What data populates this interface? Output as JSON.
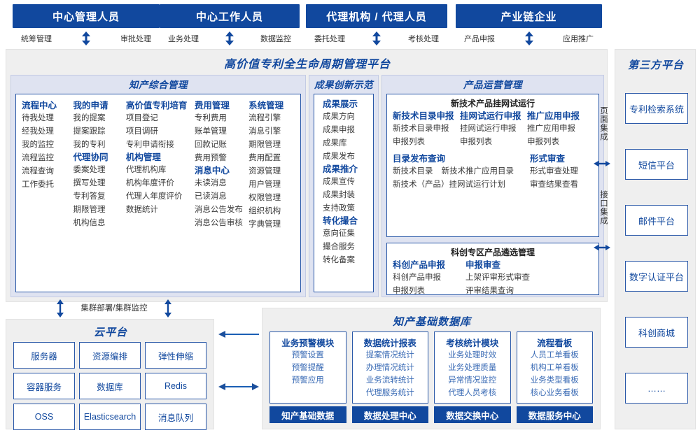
{
  "roles": [
    {
      "title": "中心管理人员",
      "left_label": "统筹管理",
      "right_label": "审批处理"
    },
    {
      "title": "中心工作人员",
      "left_label": "业务处理",
      "right_label": "数据监控"
    },
    {
      "title": "代理机构 / 代理人员",
      "left_label": "委托处理",
      "right_label": "考核处理"
    },
    {
      "title": "产业链企业",
      "left_label": "产品申报",
      "right_label": "应用推广"
    }
  ],
  "platform": {
    "title": "高价值专利全生命周期管理平台",
    "panels": {
      "ip_management": {
        "title": "知产综合管理",
        "columns": [
          {
            "groups": [
              {
                "header": "流程中心",
                "items": [
                  "待我处理",
                  "经我处理",
                  "我的监控",
                  "流程监控",
                  "流程查询",
                  "工作委托"
                ]
              }
            ]
          },
          {
            "groups": [
              {
                "header": "我的申请",
                "items": [
                  "我的提案",
                  "提案跟踪",
                  "我的专利"
                ]
              },
              {
                "header": "代理协同",
                "items": [
                  "委案处理",
                  "撰写处理",
                  "专利答复",
                  "期限管理",
                  "机构信息"
                ]
              }
            ]
          },
          {
            "groups": [
              {
                "header": "高价值专利培育",
                "items": [
                  "项目登记",
                  "项目调研",
                  "专利申请衔接"
                ]
              },
              {
                "header": "机构管理",
                "items": [
                  "代理机构库",
                  "机构年度评价",
                  "代理人年度评价",
                  "数据统计"
                ]
              }
            ]
          },
          {
            "groups": [
              {
                "header": "费用管理",
                "items": [
                  "专利费用",
                  "账单管理",
                  "回款记账",
                  "费用预警"
                ]
              },
              {
                "header": "消息中心",
                "items": [
                  "未读消息",
                  "已读消息",
                  "消息公告发布",
                  "消息公告审核"
                ]
              }
            ]
          },
          {
            "groups": [
              {
                "header": "系统管理",
                "items": [
                  "流程引擎",
                  "消息引擎",
                  "期限管理",
                  "费用配置",
                  "资源管理",
                  "用户管理",
                  "权限管理",
                  "组织机构",
                  "字典管理"
                ]
              }
            ]
          }
        ]
      },
      "achievement": {
        "title": "成果创新示范",
        "columns": [
          {
            "groups": [
              {
                "header": "成果展示",
                "items": [
                  "成果方向",
                  "成果申报",
                  "成果库",
                  "成果发布"
                ]
              },
              {
                "header": "成果推介",
                "items": [
                  "成果宣传",
                  "成果封装",
                  "支持政策"
                ]
              },
              {
                "header": "转化撮合",
                "items": [
                  "意向征集",
                  "撮合服务",
                  "转化备案"
                ]
              }
            ]
          }
        ]
      },
      "product_ops": {
        "title": "产品运营管理",
        "cards": [
          {
            "title": "新技术产品挂网试运行",
            "row1": [
              {
                "header": "新技术目录申报",
                "items": [
                  "新技术目录申报",
                  "申报列表"
                ]
              },
              {
                "header": "挂网试运行申报",
                "items": [
                  "挂网试运行申报",
                  "申报列表"
                ]
              },
              {
                "header": "推广应用申报",
                "items": [
                  "推广应用申报",
                  "申报列表"
                ]
              }
            ],
            "row2": [
              {
                "header": "目录发布查询",
                "items": [
                  "新技术目录",
                  "新技术推广应用目录",
                  "新技术（产品）挂网试运行计划"
                ]
              },
              {
                "header": "形式审查",
                "items": [
                  "形式审查处理",
                  "审查结果查看"
                ]
              }
            ]
          },
          {
            "title": "科创专区产品遴选管理",
            "row1": [
              {
                "header": "科创产品申报",
                "items": [
                  "科创产品申报",
                  "申报列表"
                ]
              },
              {
                "header": "申报审查",
                "items": [
                  "上架评审形式审查",
                  "评审结果查询"
                ]
              }
            ],
            "row2": []
          }
        ]
      }
    }
  },
  "third_party": {
    "title": "第三方平台",
    "connector_labels": [
      "页面集成",
      "接口集成"
    ],
    "items": [
      "专利检索系统",
      "短信平台",
      "邮件平台",
      "数字认证平台",
      "科创商城",
      "……"
    ]
  },
  "cloud": {
    "title": "云平台",
    "cluster_label": "集群部署/集群监控",
    "cells": [
      "服务器",
      "资源编排",
      "弹性伸缩",
      "容器服务",
      "数据库",
      "Redis",
      "OSS",
      "Elasticsearch",
      "消息队列"
    ]
  },
  "database": {
    "title": "知产基础数据库",
    "columns": [
      {
        "header": "业务预警模块",
        "items": [
          "预警设置",
          "预警提醒",
          "预警应用"
        ],
        "footer": "知产基础数据"
      },
      {
        "header": "数据统计报表",
        "items": [
          "提案情况统计",
          "办理情况统计",
          "业务流转统计",
          "代理服务统计"
        ],
        "footer": "数据处理中心"
      },
      {
        "header": "考核统计模块",
        "items": [
          "业务处理时效",
          "业务处理质量",
          "异常情况监控",
          "代理人员考核"
        ],
        "footer": "数据交换中心"
      },
      {
        "header": "流程看板",
        "items": [
          "人员工单看板",
          "机构工单看板",
          "业务类型看板",
          "核心业务看板"
        ],
        "footer": "数据服务中心"
      }
    ]
  },
  "colors": {
    "brand_blue": "#11489e",
    "border_blue": "#2a58a8",
    "panel_header": "#dfe3f1",
    "shell_gray": "#efefef"
  }
}
